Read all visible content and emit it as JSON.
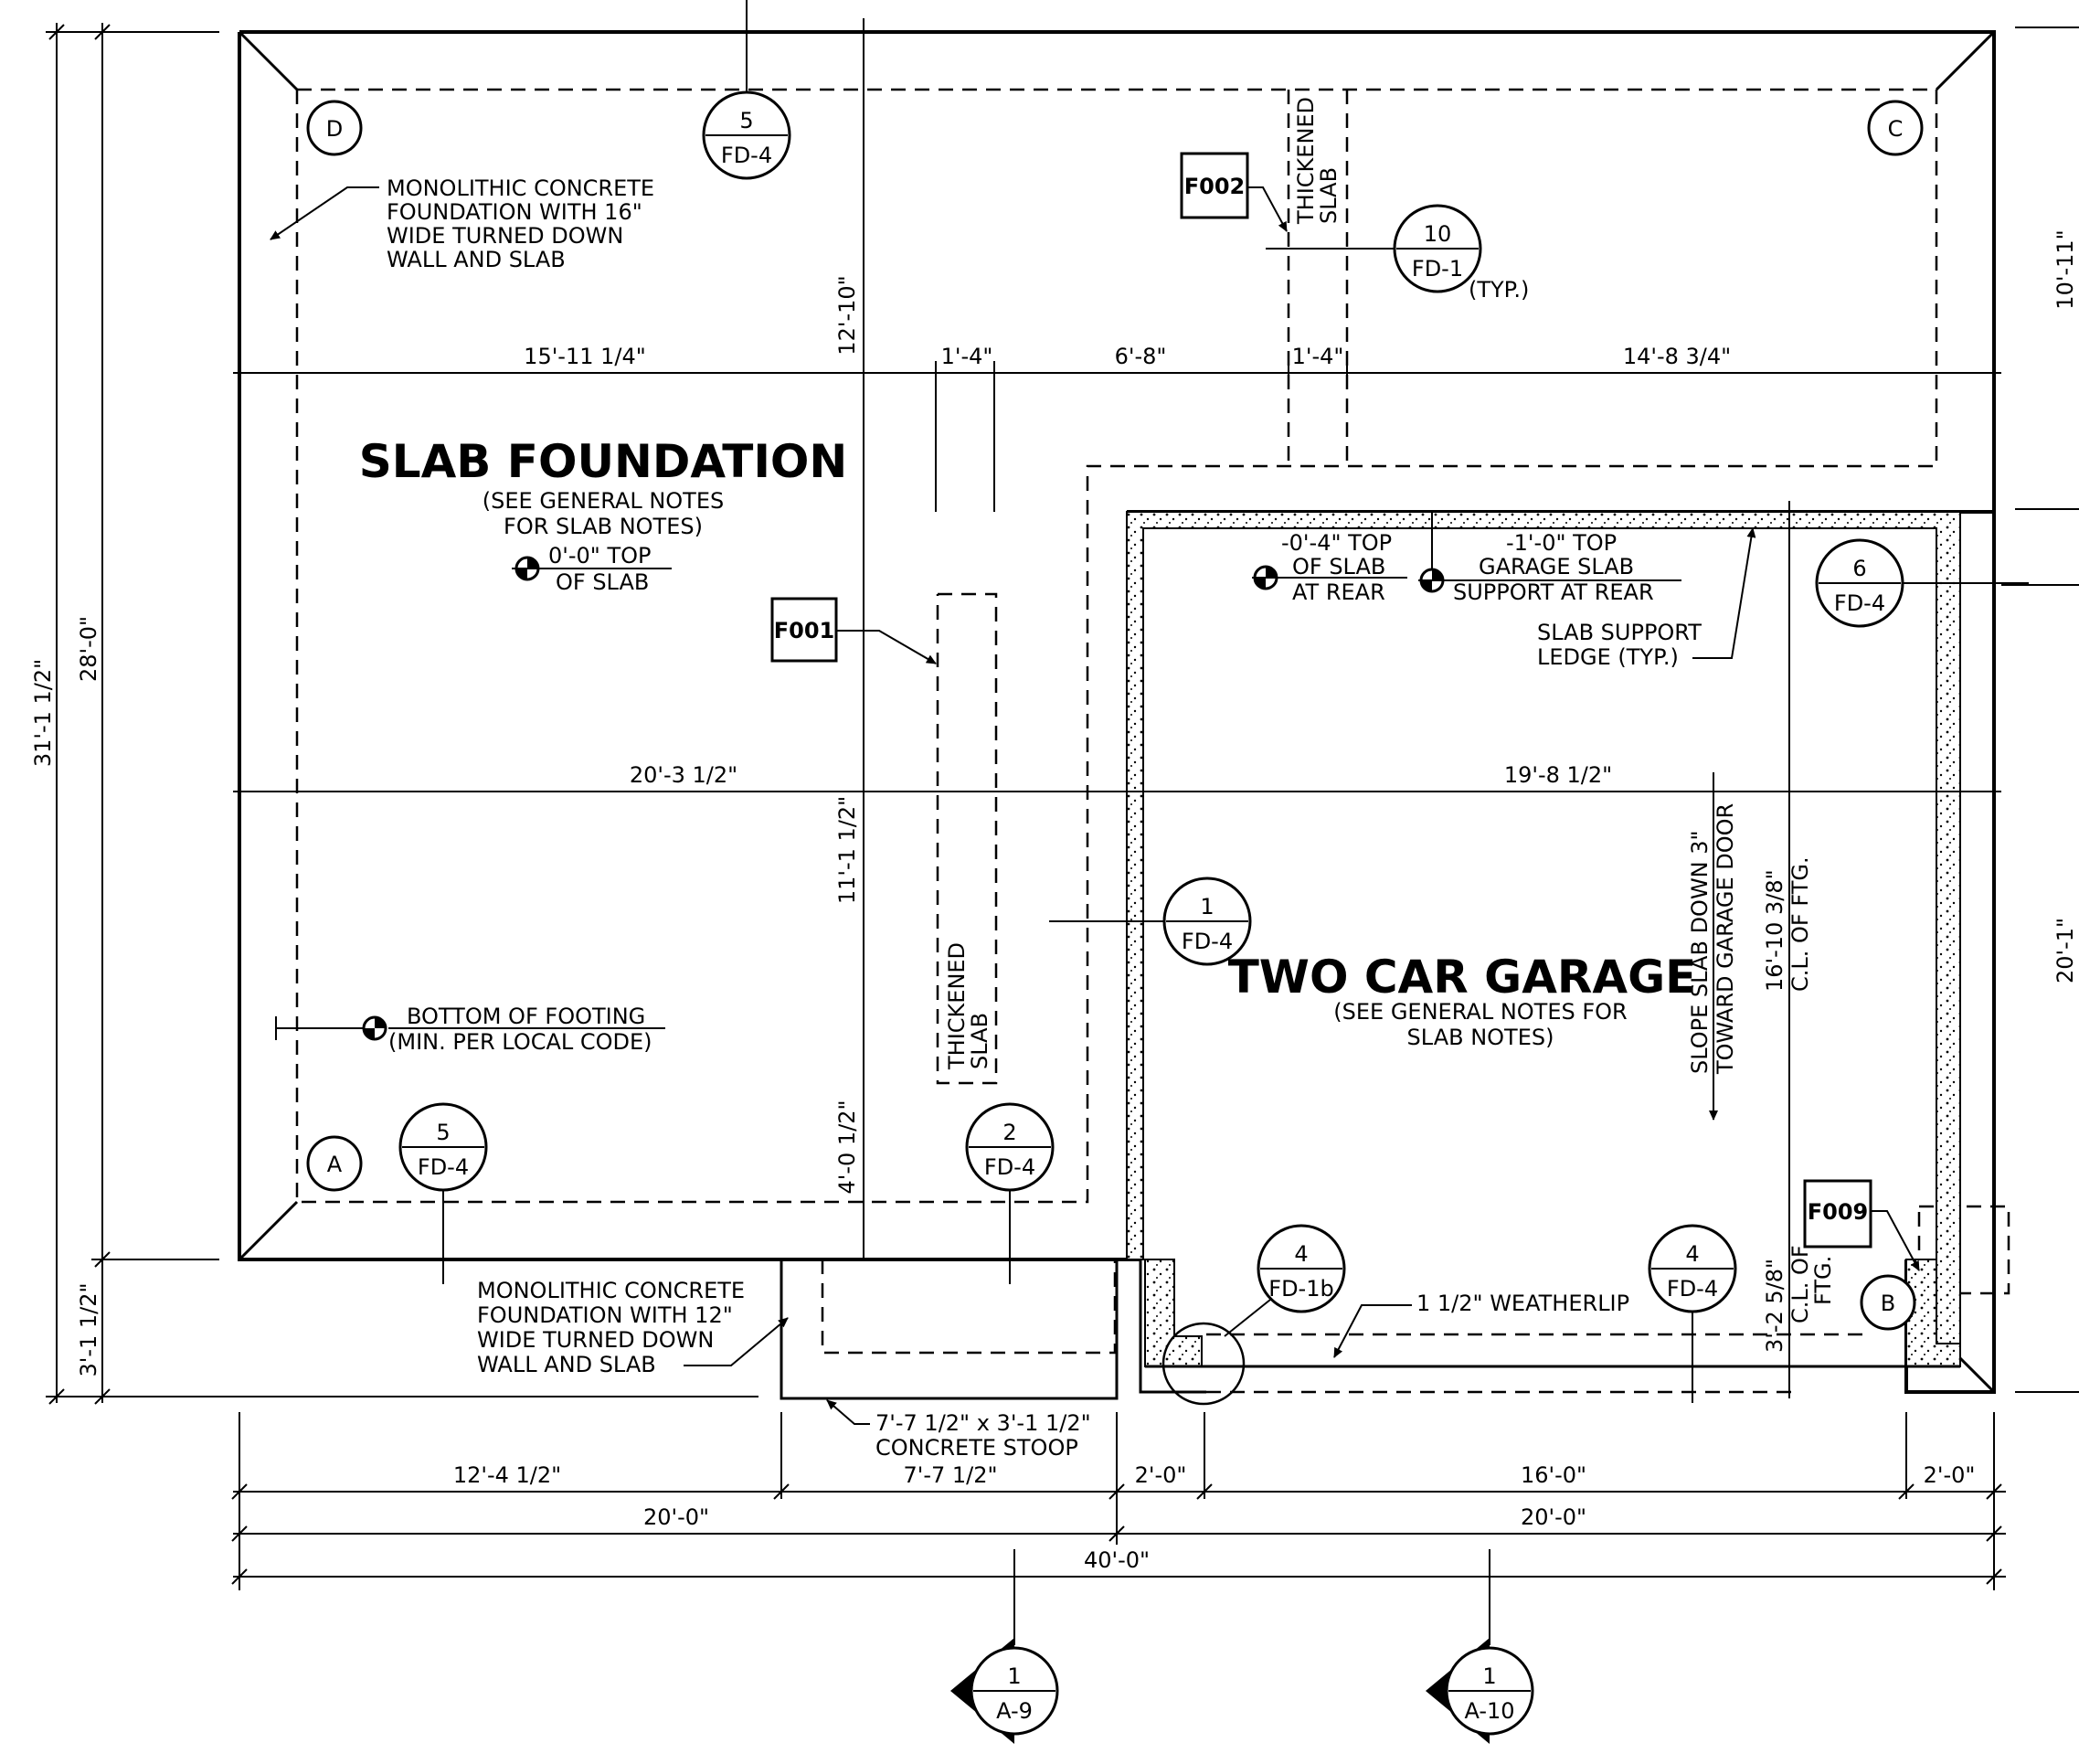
{
  "title": {
    "slab": "SLAB FOUNDATION",
    "slab_note_1": "(SEE GENERAL NOTES",
    "slab_note_2": "FOR SLAB NOTES)",
    "garage": "TWO CAR GARAGE",
    "garage_note_1": "(SEE GENERAL NOTES FOR",
    "garage_note_2": "SLAB NOTES)"
  },
  "notes": {
    "mono16_1": "MONOLITHIC CONCRETE",
    "mono16_2": "FOUNDATION WITH 16\"",
    "mono16_3": "WIDE TURNED DOWN",
    "mono16_4": "WALL AND SLAB",
    "mono12_1": "MONOLITHIC CONCRETE",
    "mono12_2": "FOUNDATION WITH 12\"",
    "mono12_3": "WIDE TURNED DOWN",
    "mono12_4": "WALL AND SLAB",
    "thick1_1": "THICKENED",
    "thick1_2": "SLAB",
    "thick2_1": "THICKENED",
    "thick2_2": "SLAB",
    "top_slab_1": "0'-0\" TOP",
    "top_slab_2": "OF SLAB",
    "rear_1": "-0'-4\" TOP",
    "rear_2": "OF SLAB",
    "rear_3": "AT REAR",
    "garage_slab_1": "-1'-0\" TOP",
    "garage_slab_2": "GARAGE SLAB",
    "garage_slab_3": "SUPPORT AT REAR",
    "ledge_1": "SLAB SUPPORT",
    "ledge_2": "LEDGE (TYP.)",
    "footing_1": "BOTTOM OF FOOTING",
    "footing_2": "(MIN. PER LOCAL CODE)",
    "slope_1": "SLOPE SLAB DOWN 3\"",
    "slope_2": "TOWARD GARAGE DOOR",
    "cl_1": "16'-10 3/8\"",
    "cl_2": "C.L. OF FTG.",
    "cl_3": "3'-2 5/8\"",
    "cl_4": "C.L. OF",
    "cl_5": "FTG.",
    "weatherlip": "1 1/2\" WEATHERLIP",
    "stoop_1": "7'-7 1/2\" x 3'-1 1/2\"",
    "stoop_2": "CONCRETE STOOP",
    "typ": "(TYP.)"
  },
  "tags": {
    "f001": "F001",
    "f002": "F002",
    "f009": "F009"
  },
  "grid": {
    "a": "A",
    "b": "B",
    "c": "C",
    "d": "D"
  },
  "bubbles": {
    "b5top_num": "5",
    "b5top_ref": "FD-4",
    "b10_num": "10",
    "b10_ref": "FD-1",
    "b6_num": "6",
    "b6_ref": "FD-4",
    "b1_num": "1",
    "b1_ref": "FD-4",
    "b5bot_num": "5",
    "b5bot_ref": "FD-4",
    "b2_num": "2",
    "b2_ref": "FD-4",
    "b4a_num": "4",
    "b4a_ref": "FD-1b",
    "b4b_num": "4",
    "b4b_ref": "FD-4",
    "s1_num": "1",
    "s1_ref": "A-9",
    "s2_num": "1",
    "s2_ref": "A-10"
  },
  "dims": {
    "d15_11": "15'-11 1/4\"",
    "d1_4a": "1'-4\"",
    "d6_8": "6'-8\"",
    "d1_4b": "1'-4\"",
    "d14_8": "14'-8 3/4\"",
    "d12_10": "12'-10\"",
    "d20_3": "20'-3 1/2\"",
    "d19_8": "19'-8 1/2\"",
    "d11_1": "11'-1 1/2\"",
    "d4_0": "4'-0 1/2\"",
    "d31_1": "31'-1 1/2\"",
    "d28_0": "28'-0\"",
    "d3_1": "3'-1 1/2\"",
    "d10_11": "10'-11\"",
    "d20_1": "20'-1\"",
    "d12_4": "12'-4 1/2\"",
    "d7_7": "7'-7 1/2\"",
    "d2_0a": "2'-0\"",
    "d16_0": "16'-0\"",
    "d2_0b": "2'-0\"",
    "d20_0a": "20'-0\"",
    "d20_0b": "20'-0\"",
    "d40_0": "40'-0\""
  }
}
